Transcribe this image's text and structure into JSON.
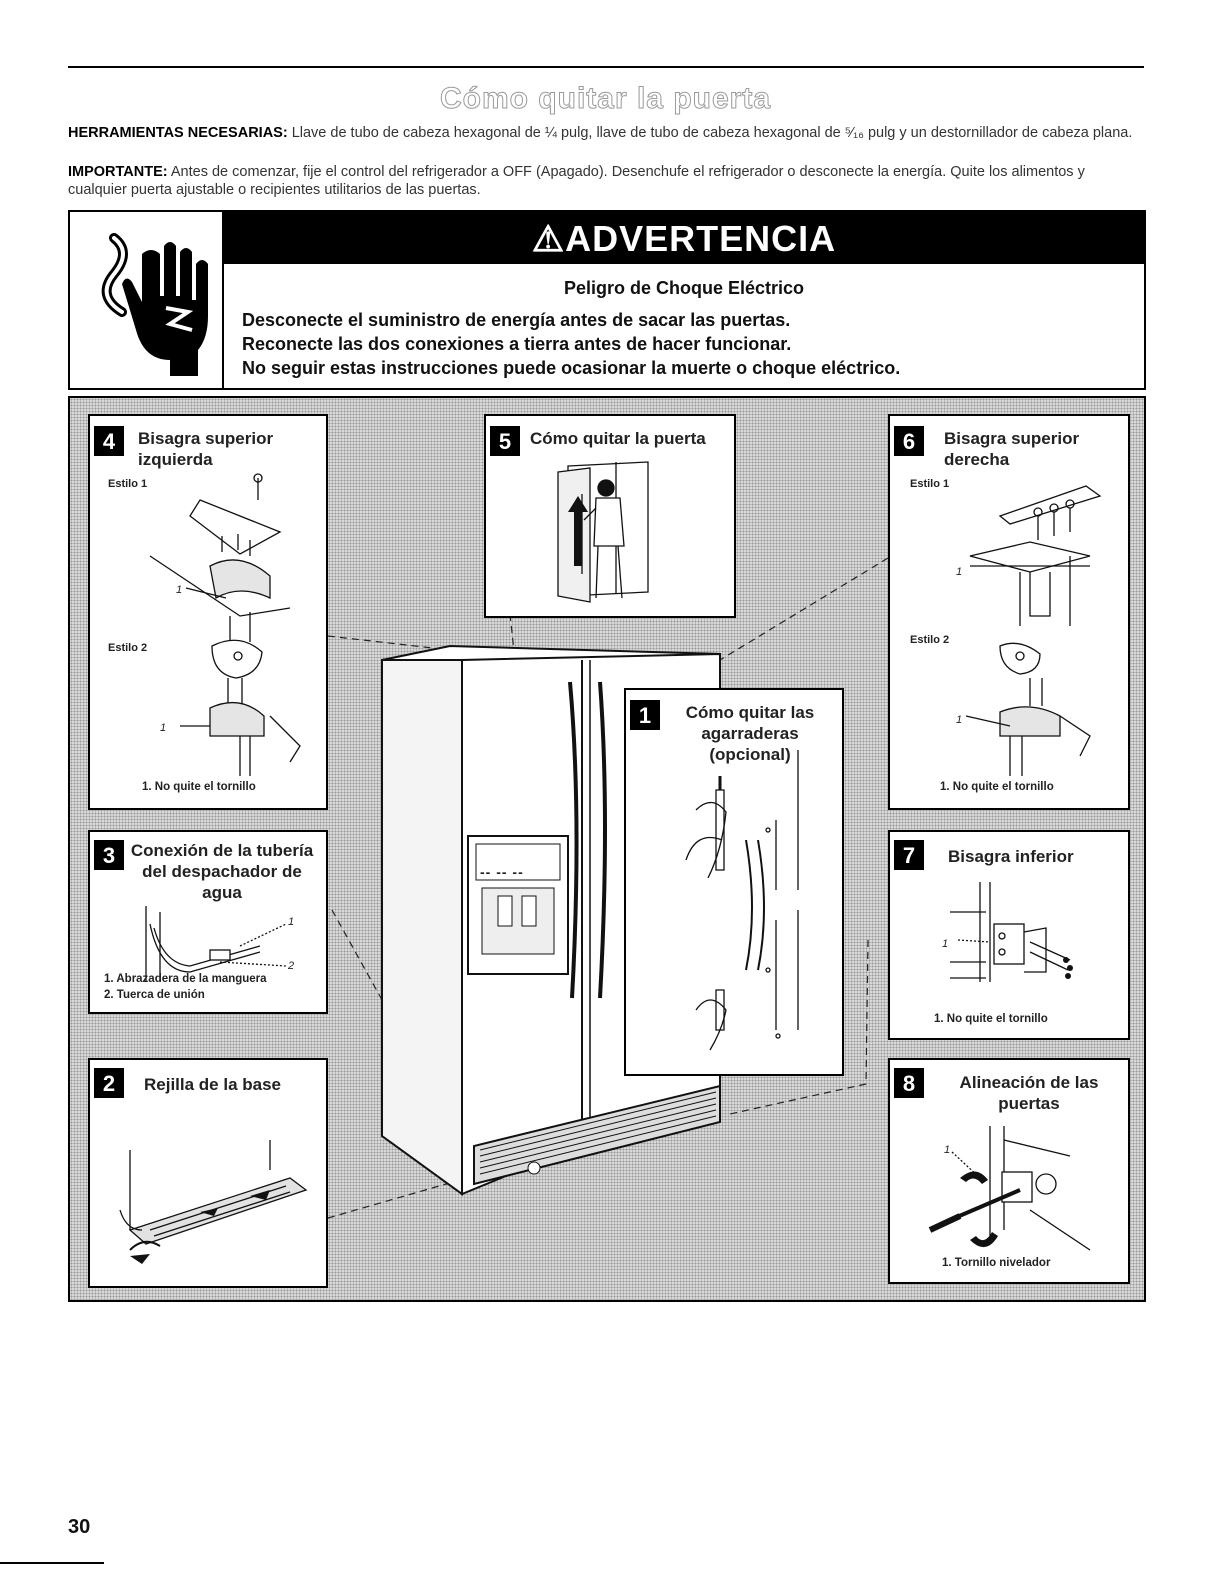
{
  "page": {
    "title": "Cómo quitar la puerta",
    "page_number": "30"
  },
  "intro": {
    "tools_label": "HERRAMIENTAS NECESARIAS:",
    "tools_text": "Llave de tubo de cabeza hexagonal de ¼ pulg, llave de tubo de cabeza hexagonal de ⁵⁄₁₆ pulg y un destornillador de cabeza plana.",
    "important_label": "IMPORTANTE:",
    "important_text": "Antes de comenzar, fije el control del refrigerador a OFF (Apagado). Desenchufe el refrigerador o desconecte la energía. Quite los alimentos y cualquier puerta ajustable o recipientes utilitarios de las puertas."
  },
  "warning": {
    "banner": "ADVERTENCIA",
    "icon": "electric-shock-hand-icon",
    "subtitle": "Peligro de Choque Eléctrico",
    "lines": [
      "Desconecte el suministro de energía antes de sacar las puertas.",
      "Reconecte las dos conexiones a tierra antes de hacer funcionar.",
      "No seguir estas instrucciones puede ocasionar la muerte o choque eléctrico."
    ]
  },
  "steps": {
    "s4": {
      "num": "4",
      "title": "Bisagra superior izquierda",
      "style1": "Estilo 1",
      "style2": "Estilo 2",
      "callout": "1",
      "caption": "1. No quite el tornillo"
    },
    "s5": {
      "num": "5",
      "title": "Cómo quitar la puerta"
    },
    "s6": {
      "num": "6",
      "title": "Bisagra superior derecha",
      "style1": "Estilo 1",
      "style2": "Estilo 2",
      "callout": "1",
      "caption": "1. No quite el tornillo"
    },
    "s3": {
      "num": "3",
      "title": "Conexión de la tubería del despachador de agua",
      "callout1": "1",
      "callout2": "2",
      "caption1": "1. Abrazadera de la manguera",
      "caption2": "2. Tuerca de unión"
    },
    "s1": {
      "num": "1",
      "title": "Cómo quitar las agarraderas (opcional)"
    },
    "s7": {
      "num": "7",
      "title": "Bisagra inferior",
      "callout": "1",
      "caption": "1. No quite el tornillo"
    },
    "s2": {
      "num": "2",
      "title": "Rejilla de la base"
    },
    "s8": {
      "num": "8",
      "title": "Alineación de las puertas",
      "callout": "1",
      "caption": "1. Tornillo nivelador"
    }
  },
  "fridge": {
    "display": "-- -- --"
  }
}
